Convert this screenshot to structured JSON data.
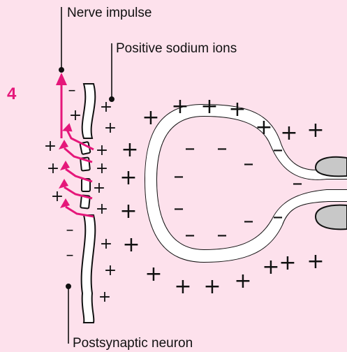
{
  "diagram": {
    "step_number": "4",
    "labels": {
      "nerve_impulse": "Nerve impulse",
      "positive_sodium_ions": "Positive sodium ions",
      "postsynaptic_neuron": "Postsynaptic neuron"
    },
    "symbols": {
      "positive": "+",
      "negative": "–"
    },
    "colors": {
      "background": "#fde1ec",
      "accent_magenta": "#e5177a",
      "line": "#111111",
      "vesicle_gray": "#c8c8c8",
      "membrane_fill": "#ffffff"
    }
  }
}
